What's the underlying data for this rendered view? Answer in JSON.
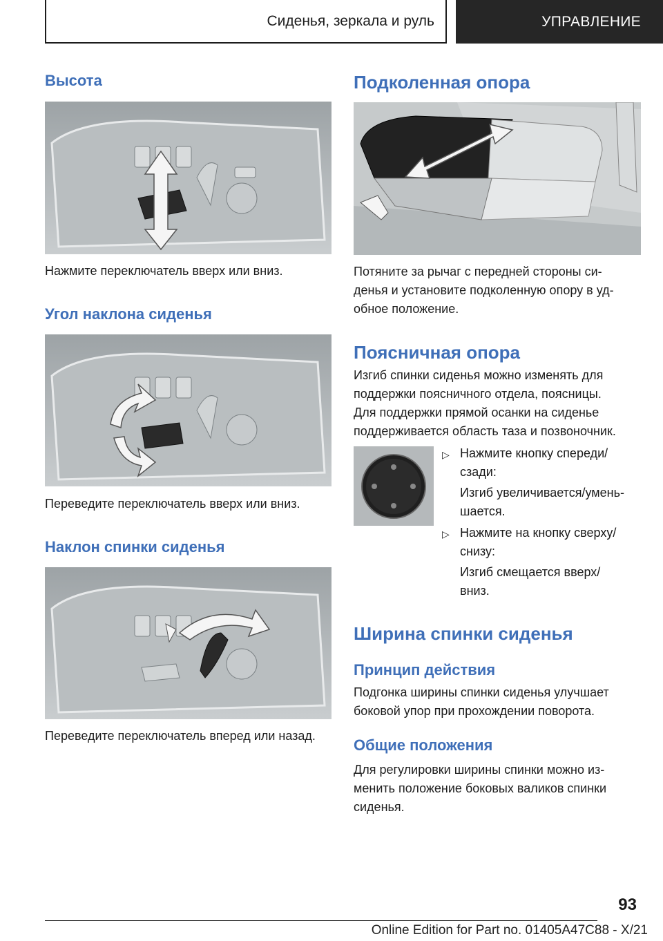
{
  "header": {
    "section_title": "Сиденья, зеркала и руль",
    "chapter": "УПРАВЛЕНИЕ"
  },
  "left": {
    "height": {
      "heading": "Высота",
      "caption": "Нажмите переключатель вверх или вниз."
    },
    "seat_angle": {
      "heading": "Угол наклона сиденья",
      "caption": "Переведите переключатель вверх или вниз."
    },
    "backrest_angle": {
      "heading": "Наклон спинки сиденья",
      "caption": "Переведите переключатель вперед или назад."
    }
  },
  "right": {
    "thigh_support": {
      "heading": "Подколенная опора",
      "text_lines": [
        "Потяните за рычаг с передней стороны си-",
        "денья и установите подколенную опору в уд-",
        "обное положение."
      ]
    },
    "lumbar": {
      "heading": "Поясничная опора",
      "text_lines": [
        "Изгиб спинки сиденья можно изменять для",
        "поддержки поясничного отдела, поясницы.",
        "Для поддержки прямой осанки на сиденье",
        "поддерживается область таза и позвоночник."
      ],
      "bullets": [
        {
          "marker": "▷",
          "line1": "Нажмите кнопку спереди/",
          "line2": "сзади:",
          "result1": "Изгиб увеличивается/умень-",
          "result2": "шается."
        },
        {
          "marker": "▷",
          "line1": "Нажмите на кнопку сверху/",
          "line2": "снизу:",
          "result1": "Изгиб смещается вверх/",
          "result2": "вниз."
        }
      ]
    },
    "backrest_width": {
      "heading": "Ширина спинки сиденья",
      "principle_heading": "Принцип действия",
      "principle_lines": [
        "Подгонка ширины спинки сиденья улучшает",
        "боковой упор при прохождении поворота."
      ],
      "general_heading": "Общие положения",
      "general_lines": [
        "Для регулировки ширины спинки можно из-",
        "менить положение боковых валиков спинки",
        "сиденья."
      ]
    }
  },
  "footer": {
    "page_number": "93",
    "edition": "Online Edition for Part no. 01405A47C88 - X/21"
  },
  "colors": {
    "heading_blue": "#3f6fb8",
    "header_dark": "#262626"
  }
}
